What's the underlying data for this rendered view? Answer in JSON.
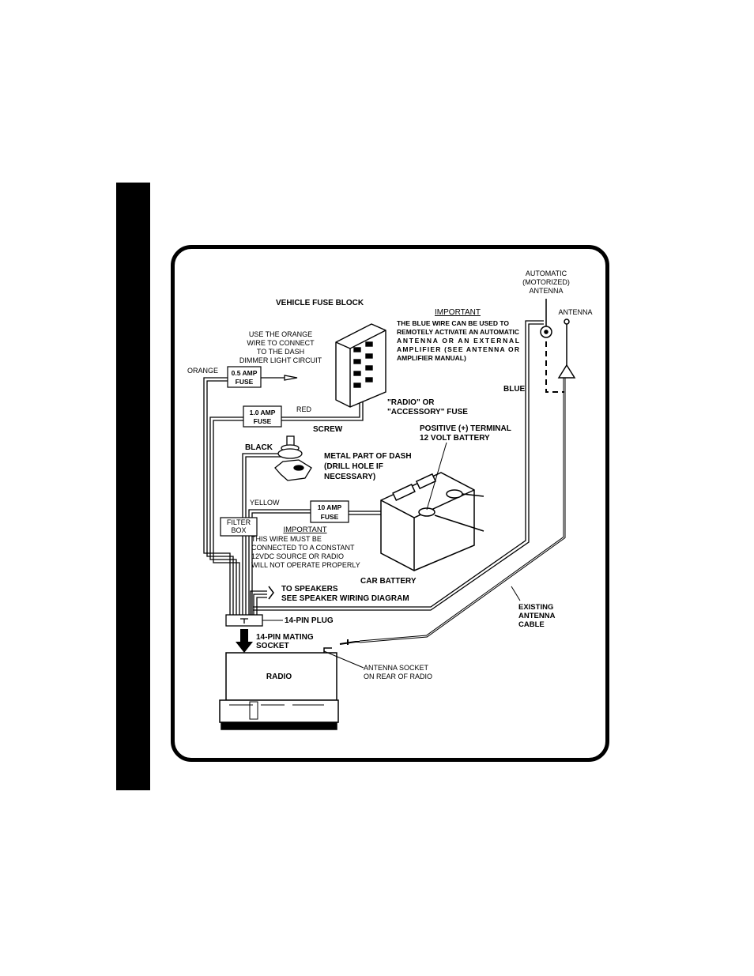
{
  "labels": {
    "auto_antenna_1": "AUTOMATIC",
    "auto_antenna_2": "(MOTORIZED)",
    "auto_antenna_3": "ANTENNA",
    "antenna": "ANTENNA",
    "vehicle_fuse_block": "VEHICLE FUSE BLOCK",
    "important_1_title": "IMPORTANT",
    "important_1_line1": "THE BLUE WIRE CAN BE USED TO",
    "important_1_line2": "REMOTELY ACTIVATE AN AUTOMATIC",
    "important_1_line3": "ANTENNA  OR  AN  EXTERNAL",
    "important_1_line4": "AMPLIFIER (SEE ANTENNA OR",
    "important_1_line5": "AMPLIFIER MANUAL)",
    "orange_note_1": "USE THE ORANGE",
    "orange_note_2": "WIRE TO CONNECT",
    "orange_note_3": "TO THE DASH",
    "orange_note_4": "DIMMER LIGHT CIRCUIT",
    "orange": "ORANGE",
    "fuse_05_1": "0.5 AMP",
    "fuse_05_2": "FUSE",
    "blue": "BLUE",
    "fuse_10_1": "1.0 AMP",
    "fuse_10_2": "FUSE",
    "red": "RED",
    "radio_fuse_1": "\"RADIO\" OR",
    "radio_fuse_2": "\"ACCESSORY\" FUSE",
    "screw": "SCREW",
    "black": "BLACK",
    "positive_1": "POSITIVE  (+) TERMINAL",
    "positive_2": "12 VOLT  BATTERY",
    "metal_1": "METAL PART OF DASH",
    "metal_2": "(DRILL HOLE IF",
    "metal_3": "NECESSARY)",
    "yellow": "YELLOW",
    "fuse_10amp_1": "10 AMP",
    "fuse_10amp_2": "FUSE",
    "filter_1": "FILTER",
    "filter_2": "BOX",
    "important_2_title": "IMPORTANT",
    "important_2_line1": "THIS WIRE MUST BE",
    "important_2_line2": "CONNECTED TO A CONSTANT",
    "important_2_line3": "12VDC SOURCE OR RADIO",
    "important_2_line4": "WILL NOT OPERATE PROPERLY",
    "car_battery": "CAR BATTERY",
    "to_speakers_1": "TO SPEAKERS",
    "to_speakers_2": "SEE SPEAKER WIRING DIAGRAM",
    "plug_14": "14-PIN PLUG",
    "existing_1": "EXISTING",
    "existing_2": "ANTENNA",
    "existing_3": "CABLE",
    "mating_1": "14-PIN MATING",
    "mating_2": "SOCKET",
    "radio": "RADIO",
    "antenna_socket_1": "ANTENNA SOCKET",
    "antenna_socket_2": "ON REAR OF RADIO"
  }
}
